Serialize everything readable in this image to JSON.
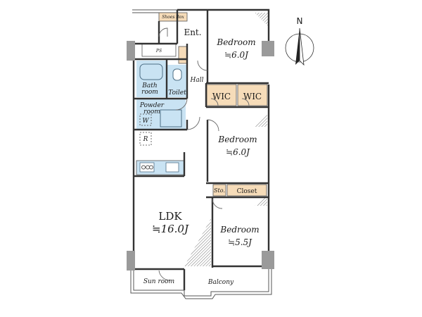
{
  "north_label": "N",
  "rooms": {
    "entrance": "Ent.",
    "shoes_box": "Shoes Box",
    "ps": "PS",
    "hall": "Hall",
    "bathroom_line1": "Bath",
    "bathroom_line2": "room",
    "toilet": "Toilet",
    "powder_line1": "Powder",
    "powder_line2": "room",
    "washer": "W",
    "refrigerator": "R",
    "bedroom1_name": "Bedroom",
    "bedroom1_size": "≒6.0J",
    "wic1": "WIC",
    "wic2": "WIC",
    "bedroom2_name": "Bedroom",
    "bedroom2_size": "≒6.0J",
    "storage": "Sto.",
    "closet": "Closet",
    "ldk_name": "LDK",
    "ldk_size": "≒16.0J",
    "bedroom3_name": "Bedroom",
    "bedroom3_size": "≒5.5J",
    "sunroom": "Sun room",
    "balcony": "Balcony"
  },
  "colors": {
    "wall": "#333333",
    "pillar": "#9a9a9a",
    "wet_area": "#c9e3f3",
    "storage_fill": "#f6dcb9",
    "hatch": "#777777"
  }
}
